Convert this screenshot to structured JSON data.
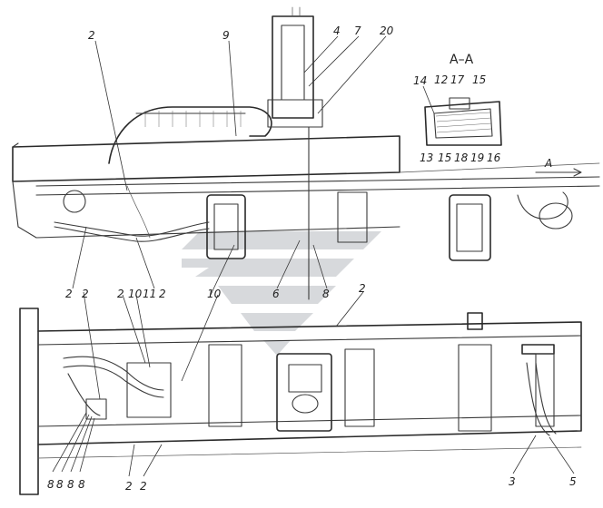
{
  "section_view": {
    "title": "А–А",
    "cut_mark": "А"
  },
  "callouts": {
    "top_2": "2",
    "top_9": "9",
    "top_4": "4",
    "top_7": "7",
    "top_20": "20",
    "aa_14": "14",
    "aa_12": "12",
    "aa_17": "17",
    "aa_15a": "15",
    "aa_13": "13",
    "aa_15b": "15",
    "aa_18": "18",
    "aa_19": "19",
    "aa_16": "16",
    "mid_2a": "2",
    "mid_2b": "2",
    "mid_2c": "2",
    "mid_10a": "10",
    "mid_11": "11",
    "mid_2d": "2",
    "mid_10b": "10",
    "mid_6": "6",
    "mid_8": "8",
    "mid_2e": "2",
    "bot_8a": "8",
    "bot_8b": "8",
    "bot_8c": "8",
    "bot_8d": "8",
    "bot_2a": "2",
    "bot_2b": "2",
    "bot_3": "3",
    "bot_5": "5"
  },
  "colors": {
    "ink": "#3a3a3a",
    "watermark": "#c9ccd0"
  }
}
